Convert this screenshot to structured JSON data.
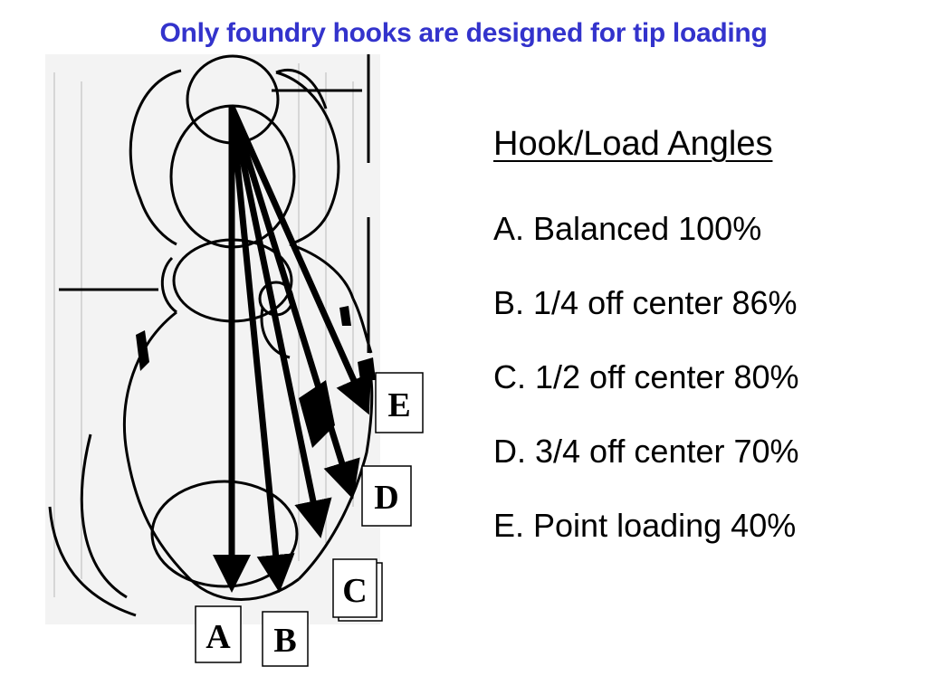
{
  "title": "Only foundry hooks are designed for tip loading",
  "title_color": "#3333cc",
  "legend": {
    "heading": "Hook/Load Angles",
    "items": [
      {
        "letter": "A",
        "text": "A. Balanced 100%"
      },
      {
        "letter": "B",
        "text": "B. 1/4 off center 86%"
      },
      {
        "letter": "C",
        "text": "C. 1/2 off center 80%"
      },
      {
        "letter": "D",
        "text": "D. 3/4 off center 70%"
      },
      {
        "letter": "E",
        "text": "E. Point loading 40%"
      }
    ]
  },
  "arrows": [
    {
      "label": "A"
    },
    {
      "label": "B"
    },
    {
      "label": "C"
    },
    {
      "label": "D"
    },
    {
      "label": "E"
    }
  ]
}
